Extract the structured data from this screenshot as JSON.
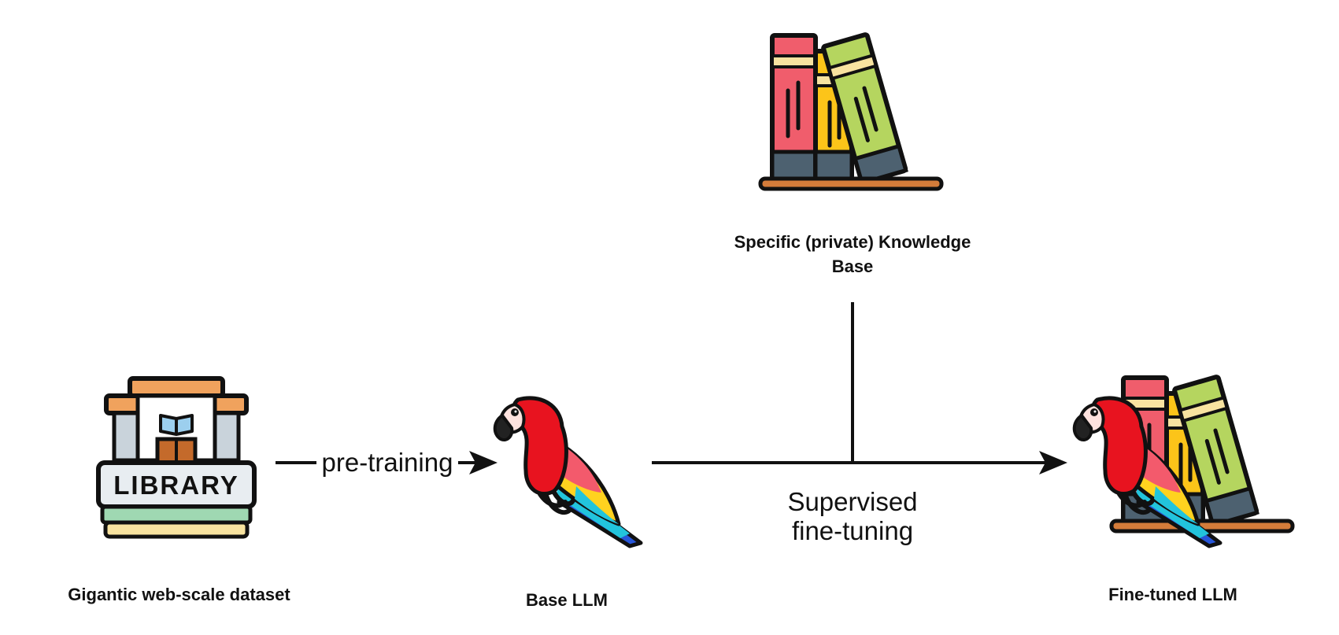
{
  "nodes": {
    "dataset": {
      "label": "Gigantic web-scale dataset",
      "sign_text": "LIBRARY"
    },
    "base_llm": {
      "label": "Base LLM"
    },
    "knowledge_base": {
      "label_line1": "Specific (private) Knowledge",
      "label_line2": "Base"
    },
    "finetuned_llm": {
      "label": "Fine-tuned LLM"
    }
  },
  "edges": {
    "pretraining": {
      "label": "pre-training"
    },
    "sft": {
      "label_line1": "Supervised",
      "label_line2": "fine-tuning"
    }
  },
  "colors": {
    "outline": "#111111",
    "book_red": "#f05d6c",
    "book_yellow": "#fcc419",
    "book_green": "#b5d55f",
    "book_band": "#f8e3a0",
    "book_base": "#4d6170",
    "shelf": "#d47c3a",
    "parrot_red": "#e8131f",
    "parrot_pink": "#f35a6c",
    "parrot_yellow": "#ffd21f",
    "parrot_cyan": "#22c4dc",
    "parrot_blue": "#2756d9",
    "library_orange": "#f0a25d",
    "library_gray": "#c9d3db",
    "library_green": "#9fd8b2",
    "door": "#c46a2b",
    "book_icon": "#9ccfee"
  },
  "icons": [
    "library-icon",
    "parrot-icon",
    "bookshelf-icon"
  ]
}
